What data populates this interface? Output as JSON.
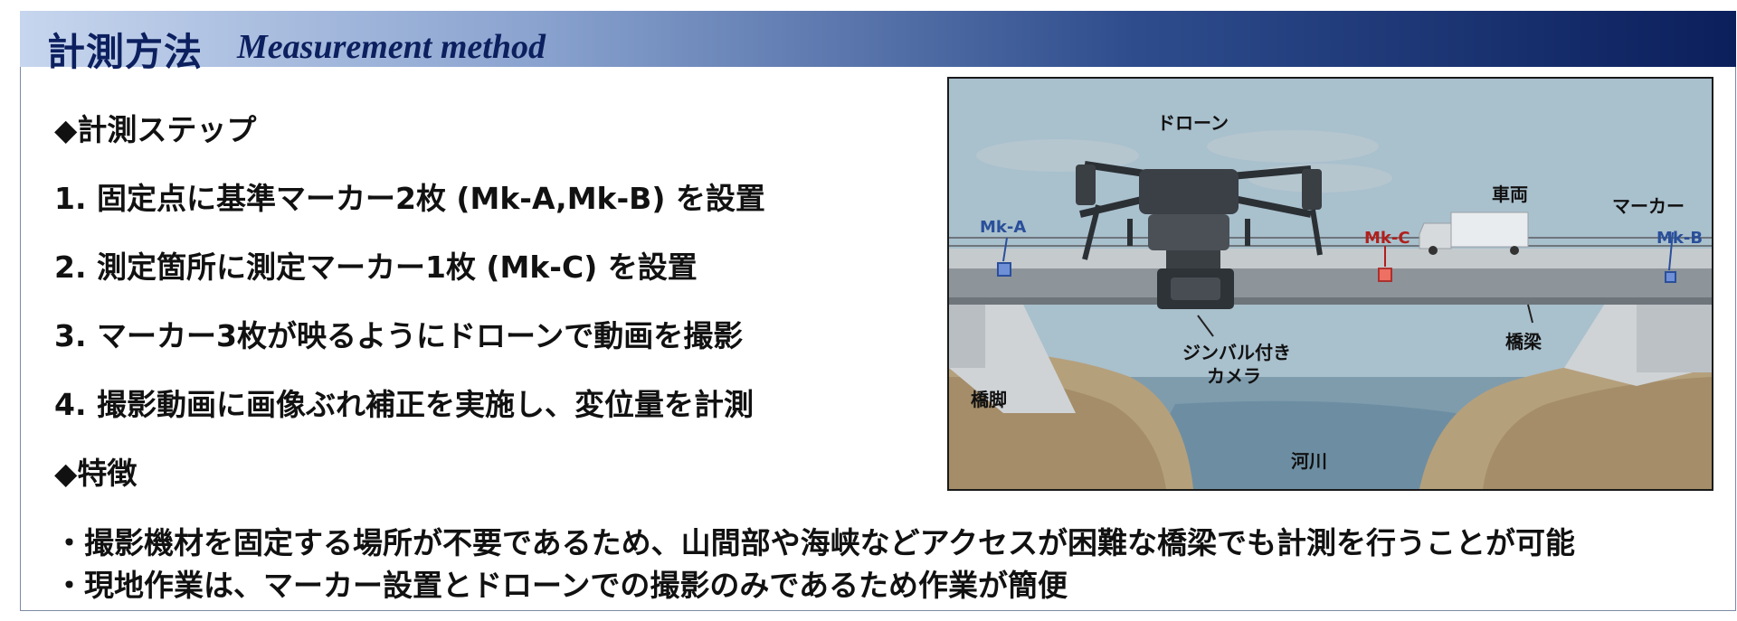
{
  "header": {
    "title_jp": "計測方法",
    "title_en": "Measurement method"
  },
  "steps_section": {
    "heading": "◆計測ステップ",
    "steps": [
      "1. 固定点に基準マーカー2枚 (Mk-A,Mk-B) を設置",
      "2. 測定箇所に測定マーカー1枚 (Mk-C) を設置",
      "3. マーカー3枚が映るようにドローンで動画を撮影",
      "4. 撮影動画に画像ぶれ補正を実施し、変位量を計測"
    ]
  },
  "features_section": {
    "heading": "◆特徴",
    "items": [
      "・撮影機材を固定する場所が不要であるため、山間部や海峡などアクセスが困難な橋梁でも計測を行うことが可能",
      "・現地作業は、マーカー設置とドローンでの撮影のみであるため作業が簡便"
    ]
  },
  "diagram": {
    "labels": {
      "drone": "ドローン",
      "vehicle": "車両",
      "marker": "マーカー",
      "mk_a": "Mk-A",
      "mk_b": "Mk-B",
      "mk_c": "Mk-C",
      "girder": "橋梁",
      "pier": "橋脚",
      "river": "河川",
      "gimbal_camera_line1": "ジンバル付き",
      "gimbal_camera_line2": "カメラ"
    },
    "colors": {
      "mk_a": "#2a4f9a",
      "mk_b": "#2a4f9a",
      "mk_c": "#b0201c",
      "sky": "#a9c0cd",
      "water": "#7f9cad"
    }
  }
}
